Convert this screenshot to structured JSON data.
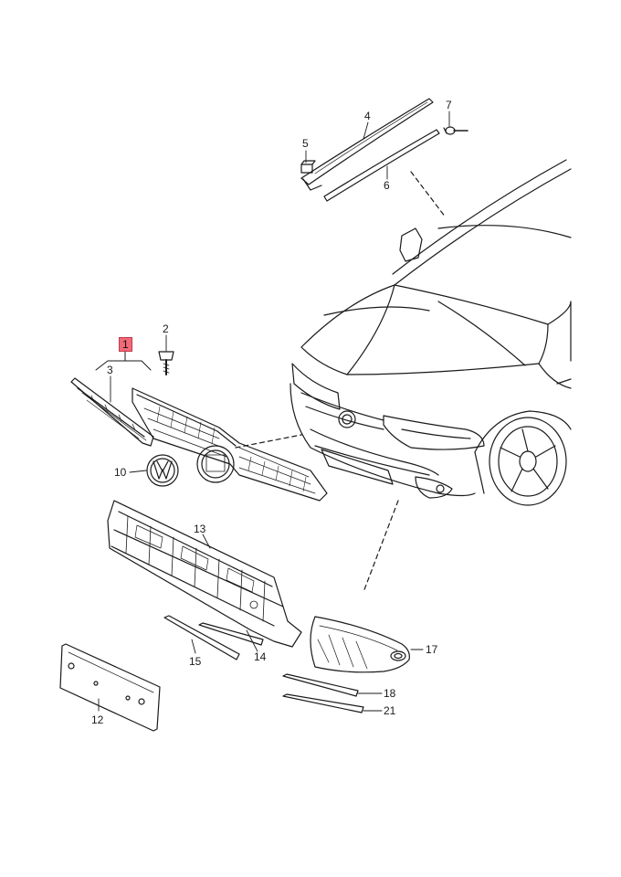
{
  "callouts": {
    "c1": "1",
    "c2": "2",
    "c3": "3",
    "c4": "4",
    "c5": "5",
    "c6": "6",
    "c7": "7",
    "c10": "10",
    "c12": "12",
    "c13": "13",
    "c14": "14",
    "c15": "15",
    "c17": "17",
    "c18": "18",
    "c21": "21"
  },
  "colors": {
    "line": "#1a1a1a",
    "highlight": "#f06a78",
    "background": "#ffffff"
  }
}
